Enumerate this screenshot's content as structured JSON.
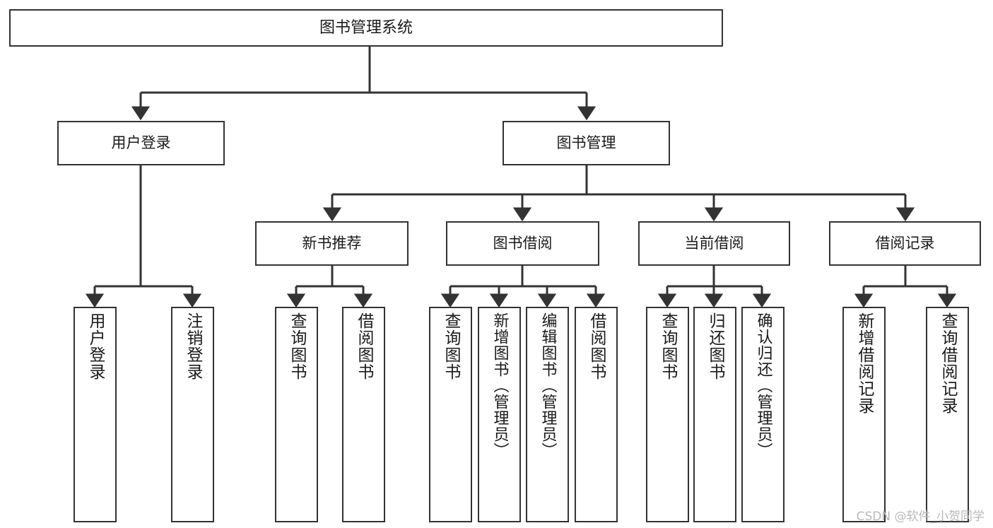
{
  "diagram": {
    "title": "图书管理系统",
    "type": "tree-hierarchy-chart",
    "root": {
      "id": "root",
      "label": "图书管理系统"
    },
    "level1": [
      {
        "id": "user-login",
        "label": "用户登录"
      },
      {
        "id": "book-management",
        "label": "图书管理"
      }
    ],
    "level2": [
      {
        "id": "new-book-recommend",
        "label": "新书推荐"
      },
      {
        "id": "book-borrow",
        "label": "图书借阅"
      },
      {
        "id": "current-borrow",
        "label": "当前借阅"
      },
      {
        "id": "borrow-record",
        "label": "借阅记录"
      }
    ],
    "leaves": {
      "user_login": [
        {
          "id": "leaf-user-login",
          "label": "用户登录"
        },
        {
          "id": "leaf-logout-login",
          "label": "注销登录"
        }
      ],
      "new_book_recommend": [
        {
          "id": "leaf-query-book-1",
          "label": "查询图书"
        },
        {
          "id": "leaf-borrow-book-1",
          "label": "借阅图书"
        }
      ],
      "book_borrow": [
        {
          "id": "leaf-query-book-2",
          "label": "查询图书"
        },
        {
          "id": "leaf-add-book",
          "label": "新增图书（管理员）"
        },
        {
          "id": "leaf-edit-book",
          "label": "编辑图书（管理员）"
        },
        {
          "id": "leaf-borrow-book-2",
          "label": "借阅图书"
        }
      ],
      "current_borrow": [
        {
          "id": "leaf-query-book-3",
          "label": "查询图书"
        },
        {
          "id": "leaf-return-book",
          "label": "归还图书"
        },
        {
          "id": "leaf-confirm-return",
          "label": "确认归还（管理员）"
        }
      ],
      "borrow_record": [
        {
          "id": "leaf-add-borrow-record",
          "label": "新增借阅记录"
        },
        {
          "id": "leaf-query-borrow-record",
          "label": "查询借阅记录"
        }
      ]
    }
  },
  "watermark": {
    "text": "CSDN @软件_小贺同学"
  },
  "colors": {
    "box_border": "#333333",
    "box_fill": "#ffffff",
    "edge": "#333333",
    "text": "#1a1a1a",
    "watermark": "#b9b9b9",
    "background": "#ffffff"
  }
}
